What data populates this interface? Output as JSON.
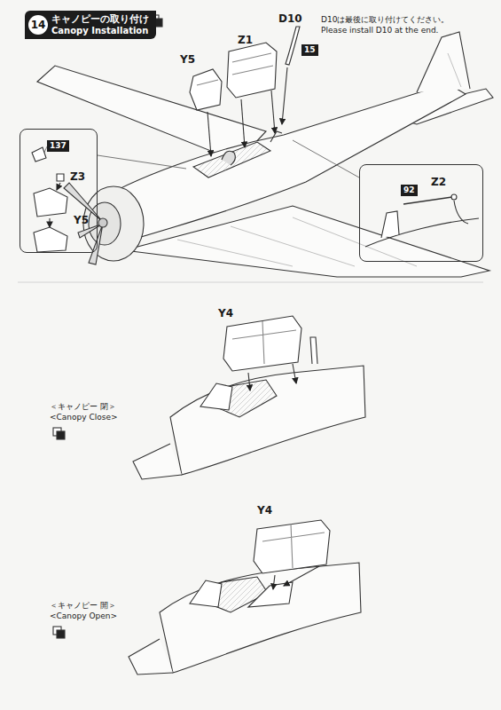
{
  "diagram": {
    "nodes": [
      {
        "text": [
          "キャノピーの取り付け",
          "Canopy Installation"
        ]
      },
      {
        "text": [
          "14"
        ],
        "in": 0
      },
      {
        "text": [
          "15"
        ]
      },
      {
        "text": [
          "Z3",
          "Y5"
        ]
      },
      {
        "text": [
          "137"
        ],
        "in": 3
      },
      {
        "text": [
          "Z2"
        ]
      },
      {
        "text": [
          "92"
        ],
        "in": 5
      }
    ],
    "labels": [
      "Y5",
      "Z1",
      "D10",
      "D10は最後に取り付けてください。",
      "Please install D10 at the end.",
      "Y4",
      "＜キャノピー 閉＞",
      "<Canopy Close>",
      "Y4",
      "＜キャノピー 開＞",
      "<Canopy Open>"
    ]
  }
}
